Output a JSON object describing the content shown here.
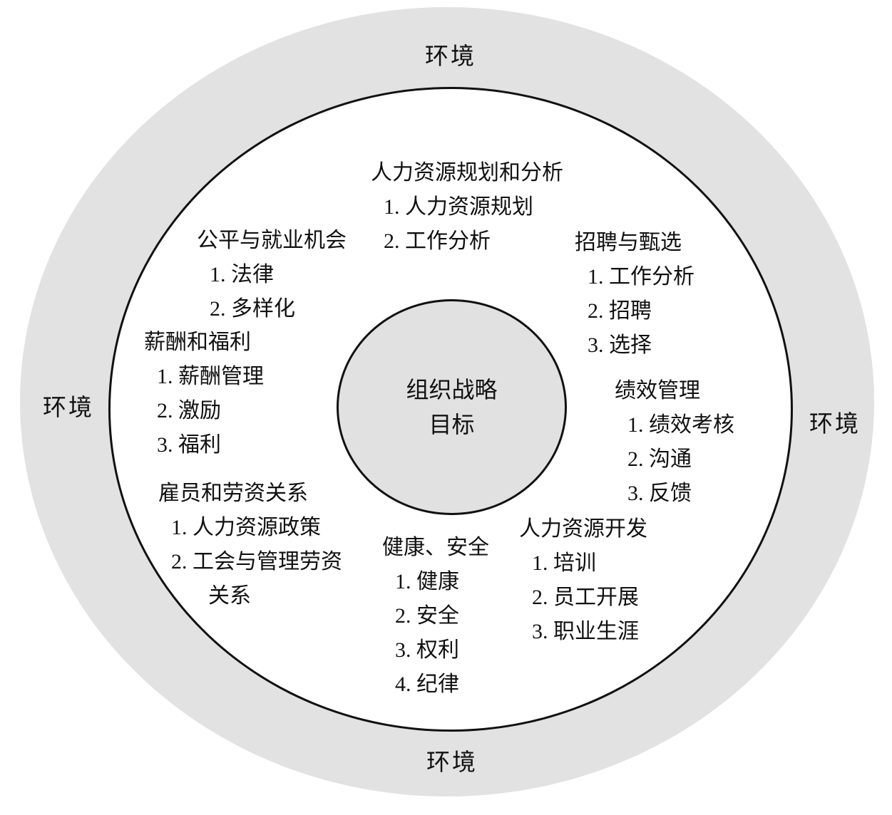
{
  "diagram": {
    "type": "concentric-hr-management-model",
    "environment_label": "环境",
    "center": {
      "line1": "组织战略",
      "line2": "目标"
    },
    "groups": [
      {
        "id": "hr-planning",
        "title": "人力资源规划和分析",
        "items": [
          "1. 人力资源规划",
          "2. 工作分析"
        ]
      },
      {
        "id": "equal-emp",
        "title": "公平与就业机会",
        "items": [
          "1. 法律",
          "2. 多样化"
        ]
      },
      {
        "id": "compensation",
        "title": "薪酬和福利",
        "items": [
          "1. 薪酬管理",
          "2. 激励",
          "3. 福利"
        ]
      },
      {
        "id": "emp-labor",
        "title": "雇员和劳资关系",
        "items": [
          "1. 人力资源政策",
          "2. 工会与管理劳资",
          "关系"
        ]
      },
      {
        "id": "health-safety",
        "title": "健康、安全",
        "items": [
          "1. 健康",
          "2. 安全",
          "3. 权利",
          "4. 纪律"
        ]
      },
      {
        "id": "hr-dev",
        "title": "人力资源开发",
        "items": [
          "1. 培训",
          "2. 员工开展",
          "3. 职业生涯"
        ]
      },
      {
        "id": "recruitment",
        "title": "招聘与甄选",
        "items": [
          "1. 工作分析",
          "2. 招聘",
          "3. 选择"
        ]
      },
      {
        "id": "performance",
        "title": "绩效管理",
        "items": [
          "1. 绩效考核",
          "2. 沟通",
          "3. 反馈"
        ]
      }
    ],
    "colors": {
      "ring_fill": "#e2e2e2",
      "inner_fill": "#ffffff",
      "center_fill": "#e1e1e1",
      "stroke": "#111111"
    }
  }
}
